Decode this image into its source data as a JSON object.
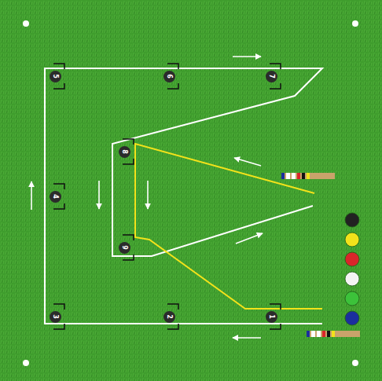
{
  "diagram": {
    "nodes": [
      {
        "text": [
          "5"
        ]
      },
      {
        "text": [
          "6"
        ]
      },
      {
        "text": [
          "7"
        ]
      },
      {
        "text": [
          "8"
        ]
      },
      {
        "text": [
          "4"
        ]
      },
      {
        "text": [
          "9"
        ]
      },
      {
        "text": [
          "3"
        ]
      },
      {
        "text": [
          "2"
        ]
      },
      {
        "text": [
          "1"
        ]
      }
    ]
  }
}
